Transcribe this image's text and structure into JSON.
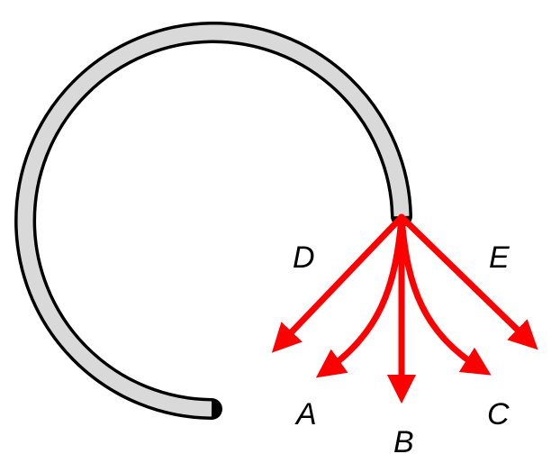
{
  "labels": {
    "a": "A",
    "b": "B",
    "c": "C",
    "d": "D",
    "e": "E"
  },
  "colors": {
    "tube_fill": "#d9d9d9",
    "tube_outline": "#000000",
    "arrow": "#ff0000"
  }
}
